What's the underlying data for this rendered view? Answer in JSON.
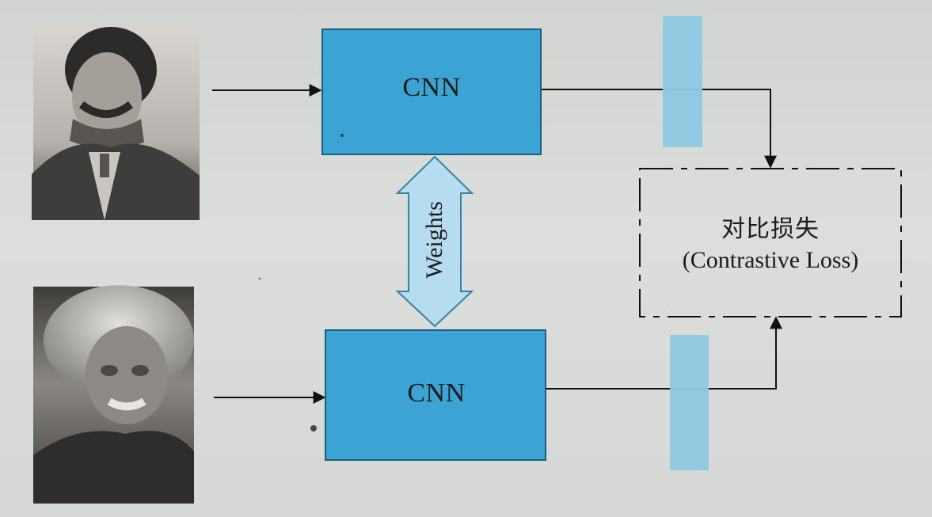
{
  "network": {
    "top_block_label": "CNN",
    "bottom_block_label": "CNN",
    "shared_label": "Weights"
  },
  "loss": {
    "title": "对比损失",
    "subtitle": "(Contrastive Loss)"
  },
  "images": {
    "top": {
      "kind": "portrait-photo"
    },
    "bottom": {
      "kind": "portrait-photo"
    }
  },
  "colors": {
    "cnn_fill": "#3ba4d4",
    "cnn_stroke": "#1b5d7e",
    "embedding_fill": "#8ec9e2",
    "weights_fill": "#b6dcef",
    "line": "#111111",
    "loss_border": "#111111"
  }
}
